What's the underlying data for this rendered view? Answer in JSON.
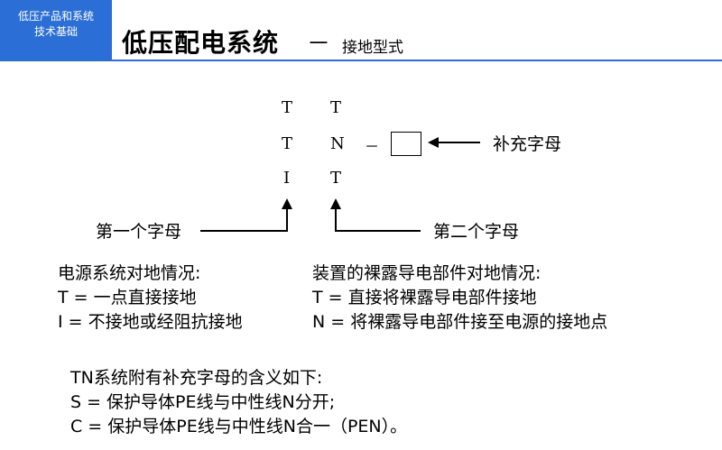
{
  "header": {
    "section_line1": "低压产品和系统",
    "section_line2": "技术基础",
    "title": "低压配电系统",
    "separator": "－",
    "subtitle": "接地型式"
  },
  "diagram": {
    "col1": [
      "T",
      "T",
      "I"
    ],
    "col2": [
      "T",
      "N",
      "T"
    ],
    "dash": "－",
    "supplement_label": "补充字母",
    "first_letter_label": "第一个字母",
    "second_letter_label": "第二个字母"
  },
  "power_source": {
    "heading": "电源系统对地情况:",
    "t_line": "T = 一点直接接地",
    "i_line": "I = 不接地或经阻抗接地"
  },
  "equipment": {
    "heading": "装置的裸露导电部件对地情况:",
    "t_line": "T = 直接将裸露导电部件接地",
    "n_line": "N = 将裸露导电部件接至电源的接地点"
  },
  "supplement": {
    "heading": "TN系统附有补充字母的含义如下:",
    "s_line": "S = 保护导体PE线与中性线N分开;",
    "c_line": "C = 保护导体PE线与中性线N合一（PEN）。"
  },
  "colors": {
    "accent": "#2b6fd6"
  }
}
